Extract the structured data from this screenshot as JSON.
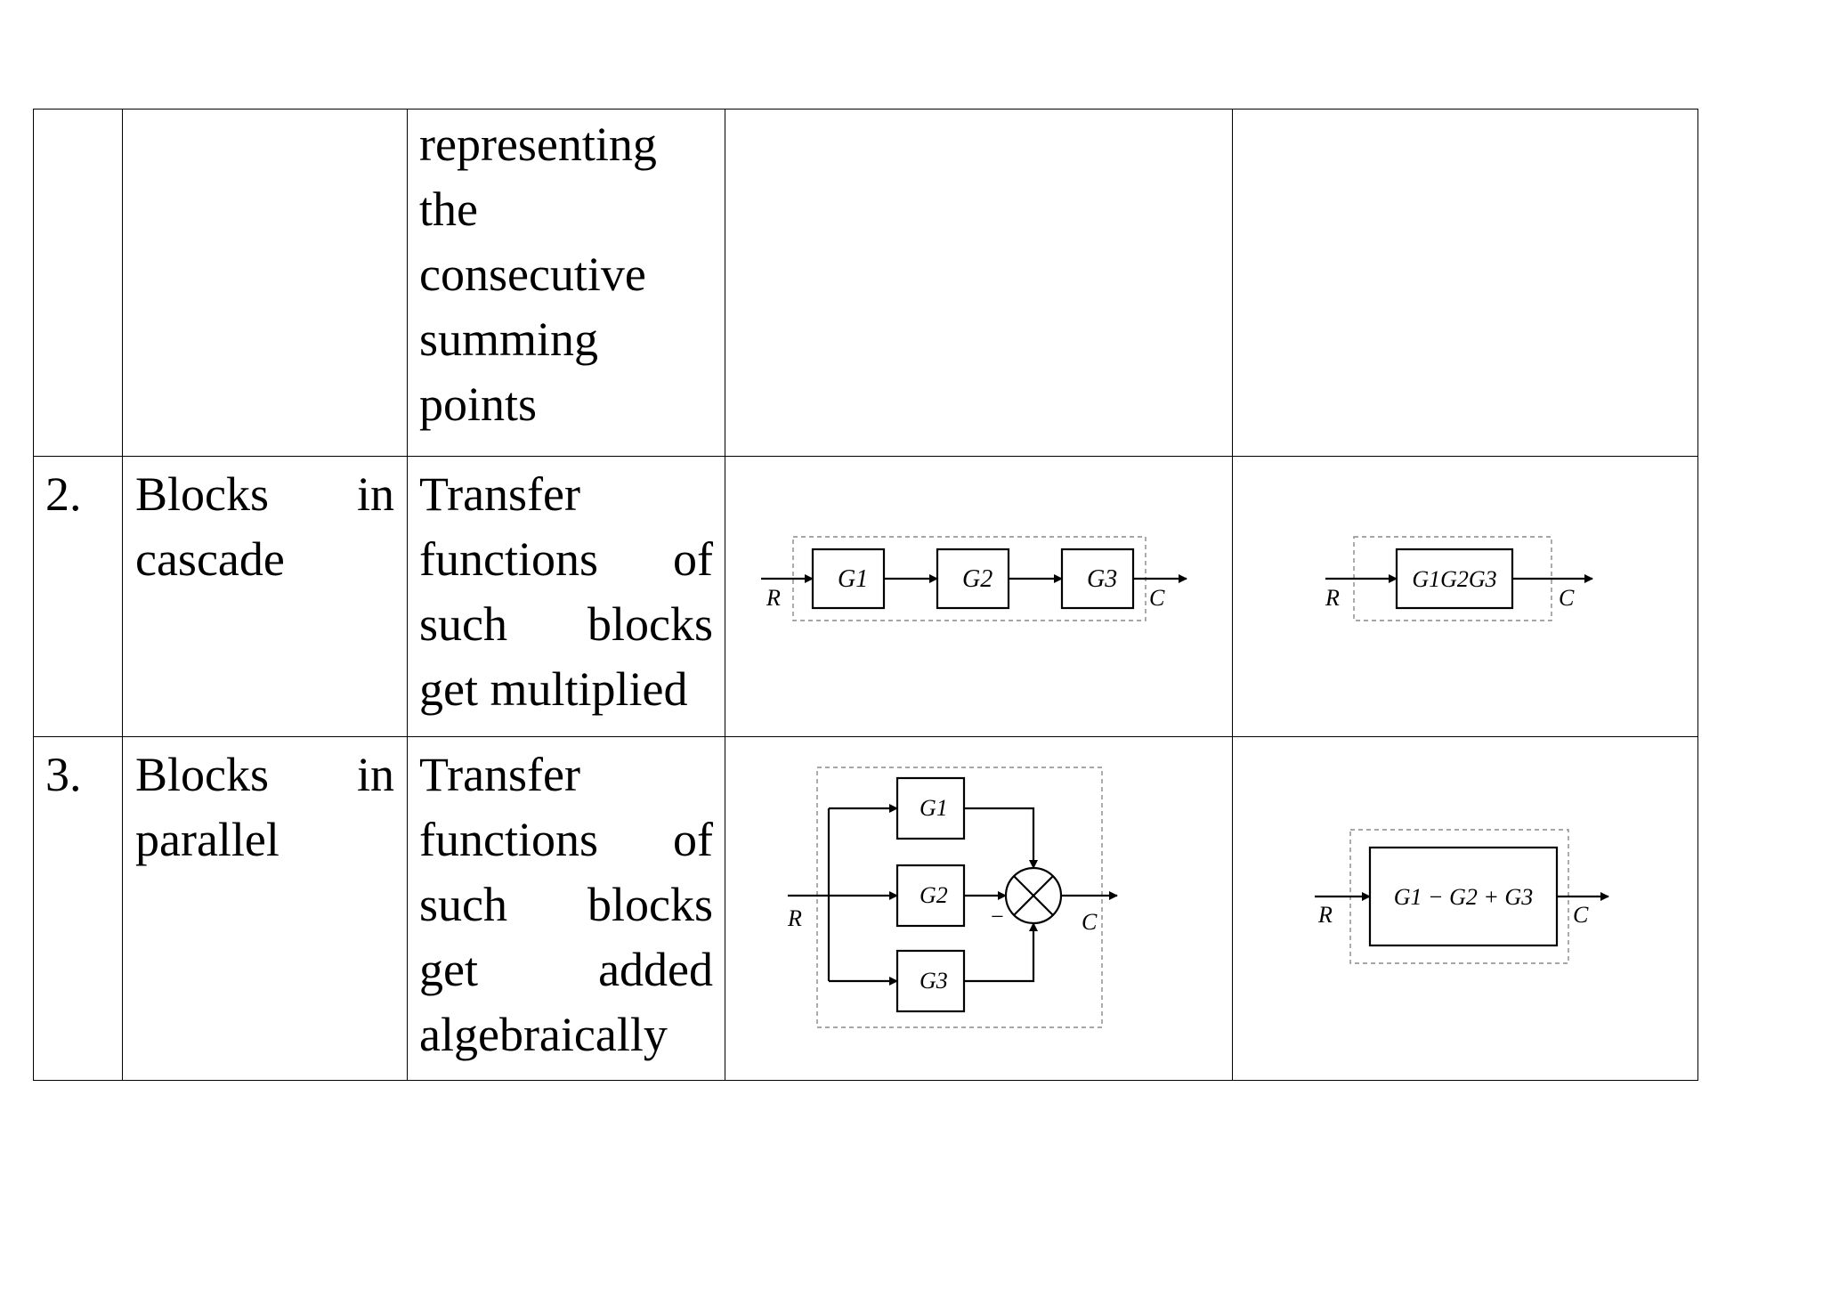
{
  "table": {
    "rows": [
      {
        "sno": "",
        "rule": "",
        "description_lines": [
          "representing",
          "the",
          "consecutive",
          "summing",
          "points"
        ]
      },
      {
        "sno": "2.",
        "rule": "Blocks in cascade",
        "description": "Transfer functions of such blocks get multiplied",
        "original_block": {
          "input": "R",
          "output": "C",
          "blocks": [
            "G1",
            "G2",
            "G3"
          ]
        },
        "equivalent_block": {
          "input": "R",
          "output": "C",
          "label": "G1G2G3"
        }
      },
      {
        "sno": "3.",
        "rule": "Blocks in parallel",
        "description": "Transfer functions of such blocks get added algebraically",
        "original_block": {
          "input": "R",
          "output": "C",
          "blocks": [
            "G1",
            "G2",
            "G3"
          ],
          "minus_sign": "−"
        },
        "equivalent_block": {
          "input": "R",
          "output": "C",
          "label": "G1 − G2 + G3"
        }
      }
    ]
  }
}
